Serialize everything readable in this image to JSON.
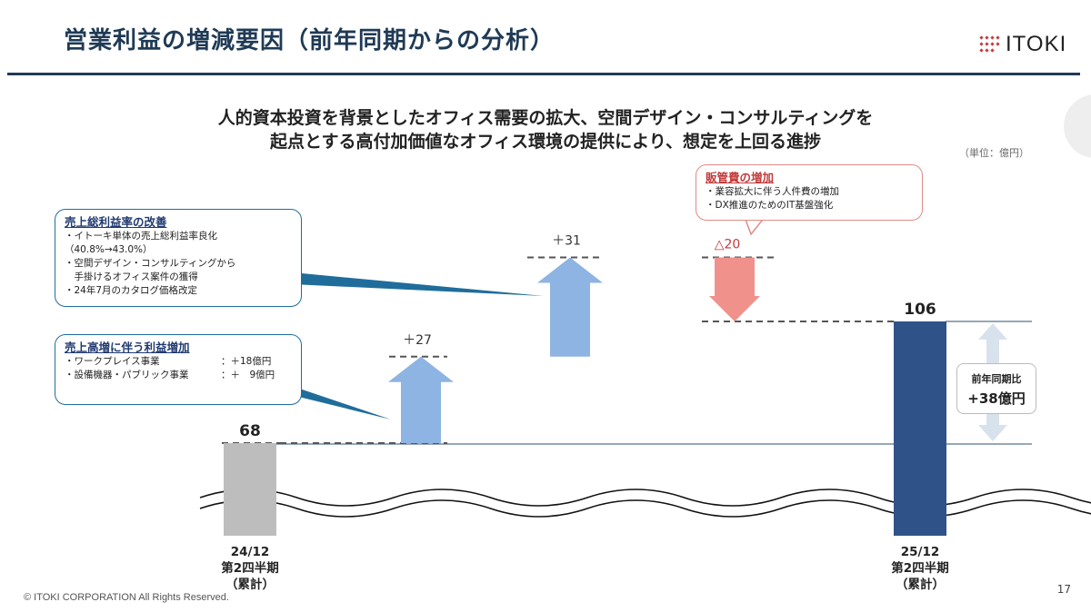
{
  "header": {
    "title": "営業利益の増減要因（前年同期からの分析）",
    "logo_text": "ITOKI"
  },
  "subtitle": {
    "line1": "人的資本投資を背景としたオフィス需要の拡大、空間デザイン・コンサルティングを",
    "line2": "起点とする高付加価値なオフィス環境の提供により、想定を上回る進捗"
  },
  "unit": "（単位：億円）",
  "callouts": {
    "gross_margin": {
      "title": "売上総利益率の改善",
      "lines": [
        "・イトーキ単体の売上総利益率良化",
        "（40.8%→43.0%）",
        "・空間デザイン・コンサルティングから",
        "　手掛けるオフィス案件の獲得",
        "・24年7月のカタログ価格改定"
      ]
    },
    "sales_growth": {
      "title": "売上高増に伴う利益増加",
      "rows": [
        {
          "label": "・ワークプレイス事業",
          "value": "：＋18億円"
        },
        {
          "label": "・設備機器・パブリック事業",
          "value": "：＋　9億円"
        }
      ]
    },
    "sga": {
      "title": "販管費の増加",
      "lines": [
        "・業容拡大に伴う人件費の増加",
        "・DX推進のためのIT基盤強化"
      ]
    }
  },
  "yoy": {
    "line1": "前年同期比",
    "line2": "+38億円"
  },
  "chart_data": {
    "type": "bar",
    "subtype": "waterfall",
    "unit": "億円",
    "ylim": [
      0,
      110
    ],
    "axis_break": true,
    "items": [
      {
        "key": "start",
        "kind": "total",
        "value": 68,
        "label": "68",
        "x_label": [
          "24/12",
          "第2四半期",
          "（累計）"
        ],
        "color": "#bdbdbd"
      },
      {
        "key": "sales",
        "kind": "increase",
        "value": 27,
        "label": "＋27",
        "color": "#8db4e2"
      },
      {
        "key": "margin",
        "kind": "increase",
        "value": 31,
        "label": "＋31",
        "color": "#8db4e2"
      },
      {
        "key": "sga",
        "kind": "decrease",
        "value": -20,
        "label": "△20",
        "color": "#f0918c"
      },
      {
        "key": "end",
        "kind": "total",
        "value": 106,
        "label": "106",
        "x_label": [
          "25/12",
          "第2四半期",
          "（累計）"
        ],
        "color": "#2f5289"
      }
    ]
  },
  "footer": {
    "copyright": "© ITOKI CORPORATION All Rights Reserved.",
    "page": "17"
  }
}
